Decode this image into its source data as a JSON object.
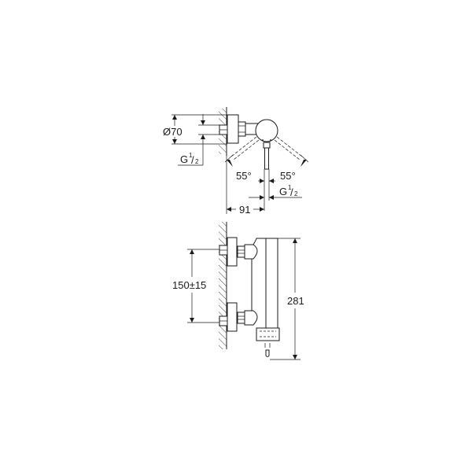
{
  "drawing": {
    "top_view": {
      "diameter_label": "Ø70",
      "thread_left": {
        "main": "G",
        "num": "1",
        "den": "2"
      },
      "angle_left": "55°",
      "angle_right": "55°",
      "thread_right": {
        "main": "G",
        "num": "1",
        "den": "2"
      },
      "depth_label": "91"
    },
    "front_view": {
      "spacing_label": "150±15",
      "height_label": "281"
    },
    "colors": {
      "line": "#1a1a1a",
      "background": "#ffffff"
    }
  }
}
